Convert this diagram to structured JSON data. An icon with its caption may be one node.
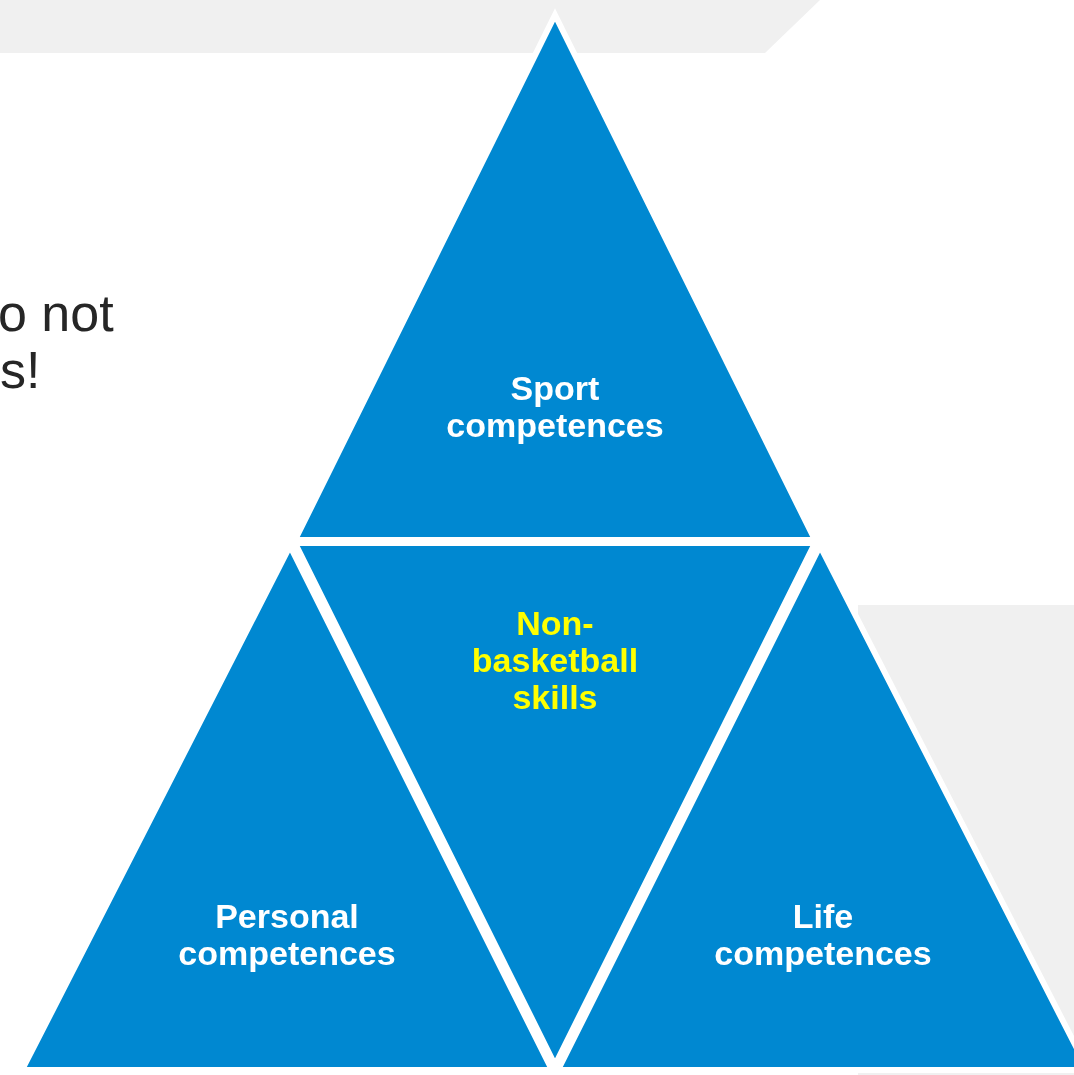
{
  "diagram": {
    "nodes": [
      {
        "text": [
          "Sport competences"
        ]
      },
      {
        "text": [
          "Personal competences"
        ]
      },
      {
        "text": [
          "Non-basketball skills"
        ]
      },
      {
        "text": [
          "Life competences"
        ]
      }
    ],
    "labels": [
      "o not",
      "s!"
    ]
  }
}
